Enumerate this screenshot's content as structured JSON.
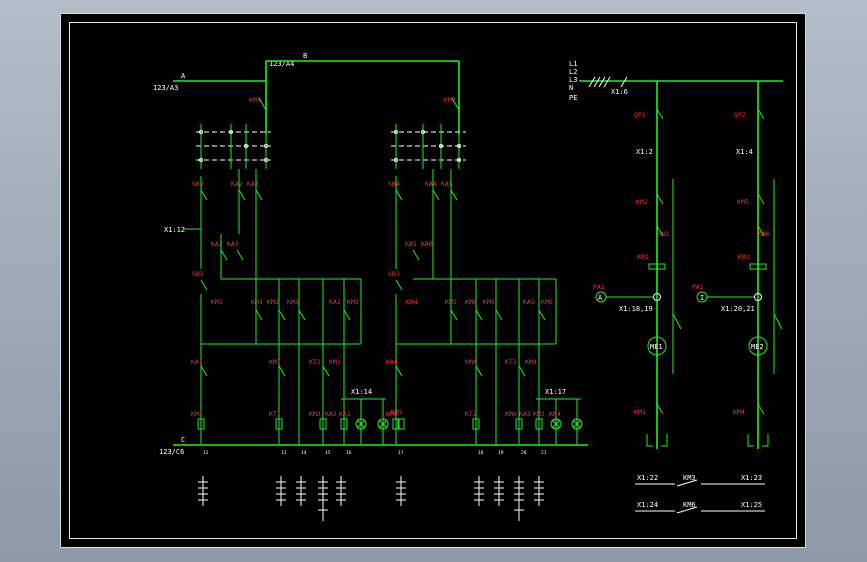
{
  "colors": {
    "wire": "#22ee22",
    "label": "#ff3030",
    "text": "#ffffff",
    "background": "#000000"
  },
  "bus_labels": {
    "top_left": "123/A3",
    "top_left_letter": "A",
    "top_mid": "123/A4",
    "top_mid_letter": "B",
    "bottom_left": "123/C6",
    "bottom_left_letter": "C"
  },
  "power_labels": {
    "lines": [
      "L1",
      "L2",
      "L3",
      "N",
      "PE"
    ],
    "terminal": "X1:6"
  },
  "left_circuit": {
    "main_contactor": "KM1",
    "sb_top": "SB2",
    "ka_pair": [
      "KA2",
      "KA3"
    ],
    "ka_mid": [
      "KA2",
      "KA3"
    ],
    "terminal_mid": "X1:12",
    "sb_lower": "SB1",
    "row_contacts": [
      "KM1",
      "KM3",
      "KM2",
      "KM3",
      "KA2",
      "KM3"
    ],
    "ka_low": "KA1",
    "mid_row": [
      "KM1",
      "KT1",
      "KM1"
    ],
    "coil_row": [
      "KM1",
      "KT1",
      "KM3",
      "KA2",
      "KA1",
      "KM1"
    ],
    "lamp_terminal": "X1:14",
    "terminals": [
      "12",
      "13",
      "14",
      "15"
    ]
  },
  "right_circuit": {
    "main_contactor": "KM2",
    "sb_top": "SB4",
    "ka_pair": [
      "KA4",
      "KA5"
    ],
    "ka_mid": [
      "KA5",
      "KA6"
    ],
    "sb_lower": "SB3",
    "row_contacts": [
      "KM4",
      "KM5",
      "KM6",
      "KM5",
      "KA5",
      "KM6"
    ],
    "ka_low": "KA4",
    "mid_row": [
      "KM4",
      "KT2",
      "KM4"
    ],
    "coil_row": [
      "KM4",
      "KT2",
      "KM6",
      "KA5",
      "KM3",
      "KM4"
    ],
    "lamp_terminal": "X1:17",
    "terminals": [
      "17",
      "18",
      "19",
      "20"
    ]
  },
  "motor_branches": [
    {
      "breaker": "QF1",
      "terminal": "X1:2",
      "contactors": [
        "KM2",
        "KM3"
      ],
      "thermal": "KM1",
      "meter": "PA1",
      "meter_symbol": "A",
      "meter_terminal": "X1:18,19",
      "motor": "ME1",
      "bottom": "KM1"
    },
    {
      "breaker": "QF2",
      "terminal": "X1:4",
      "contactors": [
        "KM5",
        "KM6"
      ],
      "thermal": "KM2",
      "meter": "PA2",
      "meter_symbol": "I",
      "meter_terminal": "X1:20,21",
      "motor": "ME2",
      "bottom": "KM4"
    }
  ],
  "contact_table": [
    {
      "left": "X1:22",
      "mid": "KM3",
      "right": "X1:23"
    },
    {
      "left": "X1:24",
      "mid": "KM6",
      "right": "X1:25"
    }
  ],
  "bottom_refs": [
    "12",
    "13",
    "14",
    "15",
    "16",
    "17",
    "18",
    "19",
    "20",
    "21"
  ]
}
